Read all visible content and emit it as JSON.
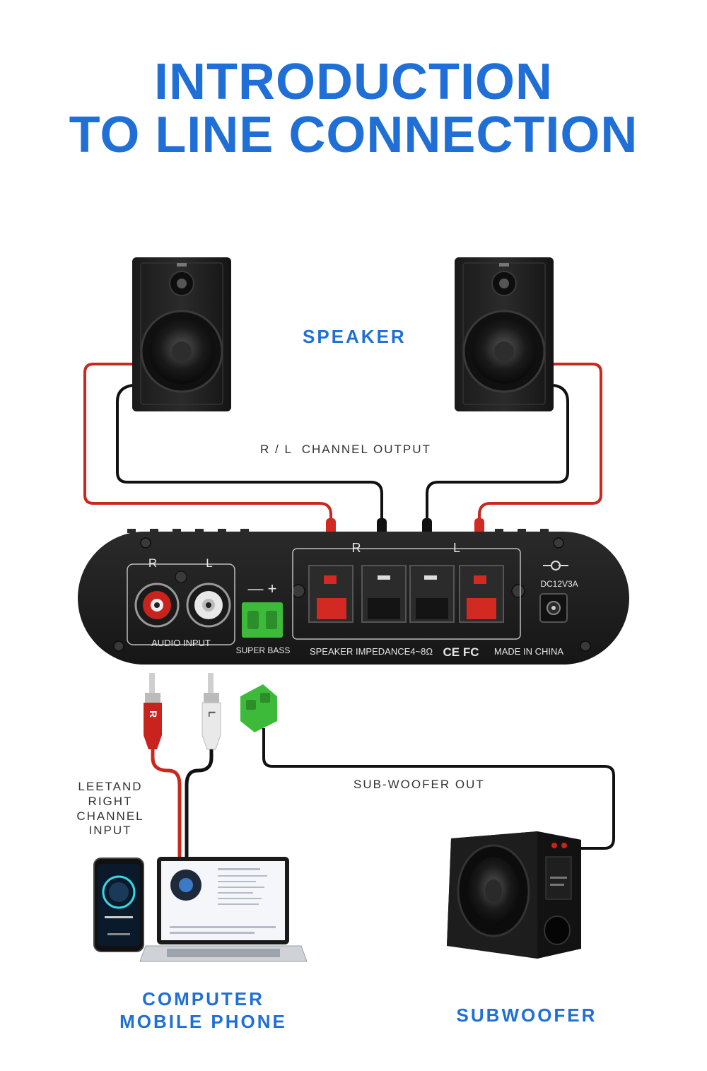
{
  "title": {
    "line1": "INTRODUCTION",
    "line2": "TO LINE CONNECTION"
  },
  "labels": {
    "speaker": "SPEAKER",
    "channel_output": "R / L  CHANNEL OUTPUT",
    "subwoofer_out": "SUB-WOOFER OUT",
    "input_line1": "LEETAND",
    "input_line2": "RIGHT",
    "input_line3": "CHANNEL INPUT",
    "computer": "COMPUTER",
    "mobile_phone": "MOBILE PHONE",
    "subwoofer": "SUBWOOFER"
  },
  "amp_panel": {
    "r": "R",
    "l": "L",
    "audio_input": "AUDIO INPUT",
    "minus_plus": "— +",
    "super_bass": "SUPER BASS",
    "out_r": "R",
    "out_l": "L",
    "power": "DC12V3A",
    "impedance": "SPEAKER IMPEDANCE4~8Ω",
    "cert": "CE FC",
    "made_in": "MADE IN CHINA"
  },
  "plugs": {
    "r_plug": "R",
    "l_plug": "L"
  },
  "colors": {
    "accent_blue": "#1f6fd6",
    "wire_red": "#c8281e",
    "wire_black": "#111111",
    "terminal_green": "#3dba3a",
    "panel_dark": "#1c1c1c"
  }
}
